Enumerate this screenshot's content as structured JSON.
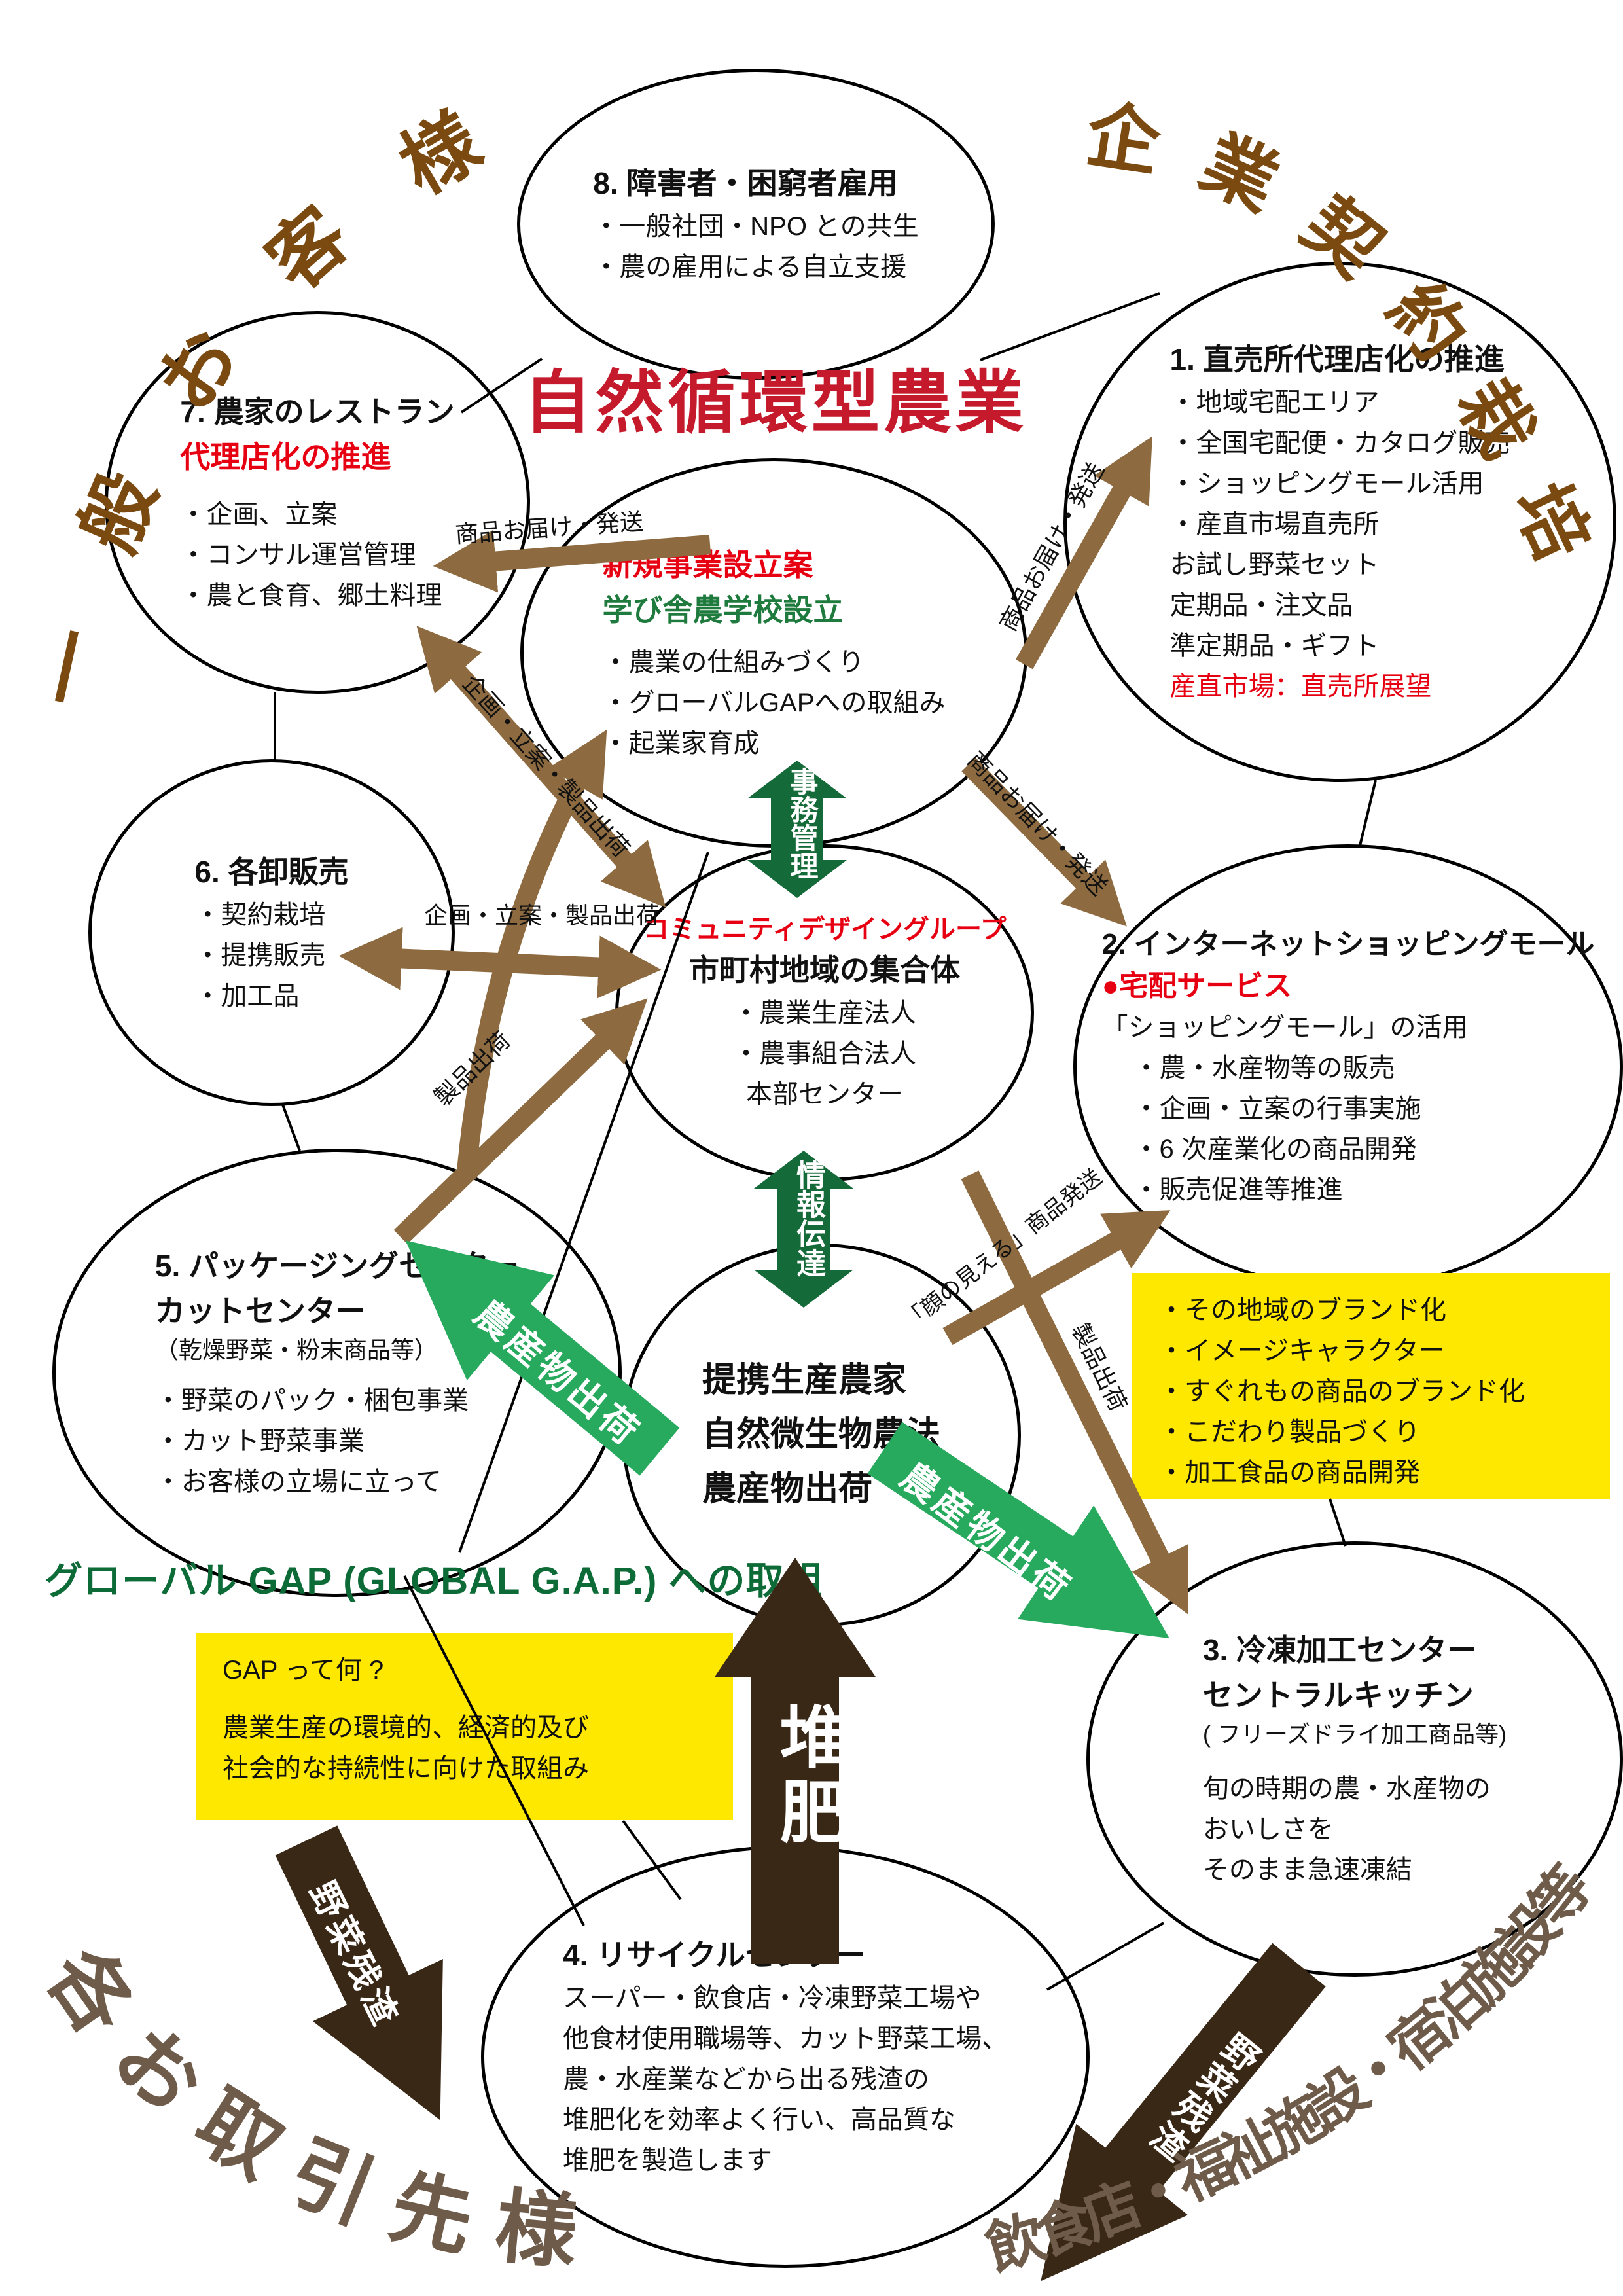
{
  "title": "自然循環型農業",
  "corners": {
    "tl": "一般お客様",
    "tr": "企業契約栽培",
    "bl": "各お取引先様",
    "br": "飲食店・福祉施設・宿泊施設等"
  },
  "nodes": {
    "employment": {
      "heading": "8. 障害者・困窮者雇用",
      "items": [
        "・一般社団・NPO との共生",
        "・農の雇用による自立支援"
      ]
    },
    "direct_sales": {
      "heading": "1. 直売所代理店化の推進",
      "items": [
        "・地域宅配エリア",
        "・全国宅配便・カタログ販売",
        "・ショッピングモール活用",
        "・産直市場直売所",
        "お試し野菜セット",
        "定期品・注文品",
        "準定期品・ギフト"
      ],
      "highlight": "産直市場：直売所展望"
    },
    "restaurant": {
      "heading": "7. 農家のレストラン",
      "subheading_red": "代理店化の推進",
      "items": [
        "・企画、立案",
        "・コンサル運営管理",
        "・農と食育、郷土料理"
      ]
    },
    "new_business": {
      "heading_red": "新規事業設立案",
      "heading_green": "学び舎農学校設立",
      "items": [
        "・農業の仕組みづくり",
        "・グローバルGAPへの取組み",
        "・起業家育成"
      ]
    },
    "wholesale": {
      "heading": "6. 各卸販売",
      "items": [
        "・契約栽培",
        "・提携販売",
        "・加工品"
      ]
    },
    "community": {
      "heading_red": "コミュニティデザイングループ",
      "subheading": "市町村地域の集合体",
      "items": [
        "・農業生産法人",
        "・農事組合法人",
        "本部センター"
      ]
    },
    "mall": {
      "heading": "2. インターネットショッピングモール",
      "subheading_red": "●宅配サービス",
      "subheading": "「ショッピングモール」の活用",
      "items": [
        "・農・水産物等の販売",
        "・企画・立案の行事実施",
        "・6 次産業化の商品開発",
        "・販売促進等推進"
      ]
    },
    "packaging": {
      "heading_line1": "5. パッケージングセンター",
      "heading_line2": "カットセンター",
      "note": "（乾燥野菜・粉末商品等）",
      "items": [
        "・野菜のパック・梱包事業",
        "・カット野菜事業",
        "・お客様の立場に立って"
      ]
    },
    "partner_farm": {
      "lines": [
        "提携生産農家",
        "自然微生物農法",
        "農産物出荷"
      ]
    },
    "frozen": {
      "heading_line1": "3. 冷凍加工センター",
      "heading_line2": "セントラルキッチン",
      "note": "( フリーズドライ加工商品等)",
      "body": [
        "旬の時期の農・水産物の",
        "おいしさを",
        "そのまま急速凍結"
      ]
    },
    "recycle": {
      "heading": "4. リサイクルセンター",
      "body": [
        "スーパー・飲食店・冷凍野菜工場や",
        "他食材使用職場等、カット野菜工場、",
        "農・水産業などから出る残渣の",
        "堆肥化を効率よく行い、高品質な",
        "堆肥を製造します"
      ]
    }
  },
  "branding_box": {
    "items": [
      "・その地域のブランド化",
      "・イメージキャラクター",
      "・すぐれもの商品のブランド化",
      "・こだわり製品づくり",
      "・加工食品の商品開発"
    ]
  },
  "gap": {
    "heading": "グローバル GAP (GLOBAL G.A.P.) への取組",
    "question": "GAP って何 ?",
    "answer": [
      "農業生産の環境的、経済的及び",
      "社会的な持続性に向けた取組み"
    ]
  },
  "flows": {
    "delivery": "商品お届け・発送",
    "plan_ship": "企画・立案・製品出荷",
    "product_ship": "製品出荷",
    "visible_face": "「顔の見える」商品発送",
    "office_admin": "事務管理",
    "info_transfer": "情報伝達",
    "farm_ship": "農産物出荷",
    "compost": "堆肥",
    "veg_residue": "野菜残渣"
  },
  "colors": {
    "title_red": "#c41a2c",
    "accent_red": "#e60012",
    "accent_green": "#1e7a3d",
    "gap_green": "#0d6b37",
    "arrow_tan": "#8d6a3f",
    "arrow_dark_brown": "#3a2817",
    "arrow_green": "#27a95e",
    "corner_brown": "#7a4a10",
    "corner_taupe": "#6f5b49",
    "highlight_yellow": "#ffe800"
  }
}
